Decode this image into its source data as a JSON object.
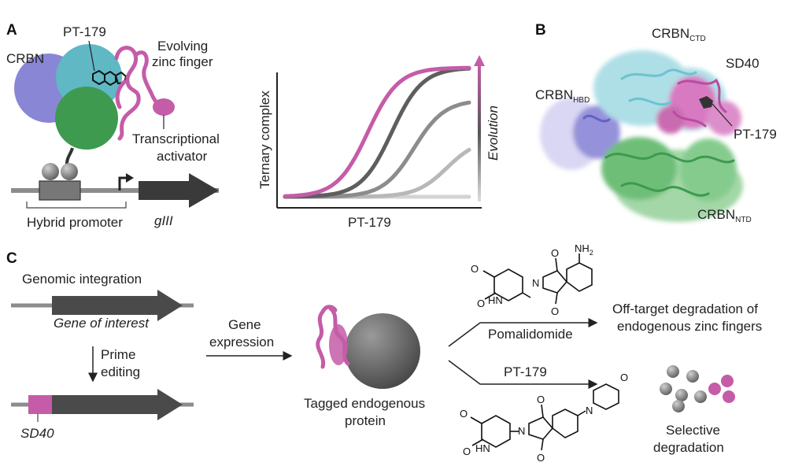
{
  "panels": {
    "a": "A",
    "b": "B",
    "c": "C"
  },
  "panel_a": {
    "crbn": "CRBN",
    "compound": "PT-179",
    "zinc_finger_line1": "Evolving",
    "zinc_finger_line2": "zinc finger",
    "activator_line1": "Transcriptional",
    "activator_line2": "activator",
    "promoter": "Hybrid promoter",
    "gene": "gIII",
    "chart_ylabel": "Ternary complex",
    "chart_xlabel": "PT-179",
    "evolution": "Evolution"
  },
  "chart_data": {
    "type": "line",
    "xlabel": "PT-179",
    "ylabel": "Ternary complex",
    "arrow_label": "Evolution",
    "curve_midpoints": [
      0.45,
      0.58,
      0.7,
      0.88,
      1.2
    ],
    "curve_maxima": [
      1.0,
      1.0,
      0.75,
      0.45,
      0.0
    ],
    "colors": [
      "#c45ca8",
      "#5e5e5e",
      "#8c8c8c",
      "#b8b8b8",
      "#d4d4d4"
    ]
  },
  "panel_b": {
    "crbn_ctd": "CRBN",
    "crbn_ctd_sub": "CTD",
    "crbn_hbd": "CRBN",
    "crbn_hbd_sub": "HBD",
    "crbn_ntd": "CRBN",
    "crbn_ntd_sub": "NTD",
    "sd40": "SD40",
    "compound": "PT-179"
  },
  "panel_c": {
    "genomic": "Genomic integration",
    "gene_of_interest": "Gene of interest",
    "prime_line1": "Prime",
    "prime_line2": "editing",
    "sd40": "SD40",
    "gene_line1": "Gene",
    "gene_line2": "expression",
    "tagged_line1": "Tagged endogenous",
    "tagged_line2": "protein",
    "pomalidomide": "Pomalidomide",
    "pt179": "PT-179",
    "offtarget_line1": "Off-target degradation of",
    "offtarget_line2": "endogenous zinc fingers",
    "selective_line1": "Selective",
    "selective_line2": "degradation",
    "chem_top": {
      "o1": "O",
      "o2": "O",
      "o3": "O",
      "o4": "O",
      "nh": "HN",
      "n": "N",
      "nh2": "NH",
      "nh2_sub": "2"
    },
    "chem_bottom": {
      "o1": "O",
      "o2": "O",
      "o3": "O",
      "o4": "O",
      "nh": "HN",
      "n": "N",
      "n2": "N",
      "o5": "O"
    }
  },
  "colors": {
    "magenta": "#c45ca8",
    "purple": "#8a86d6",
    "teal": "#5fb8c4",
    "green": "#3e9a4e",
    "dark": "#4a4a4a"
  }
}
